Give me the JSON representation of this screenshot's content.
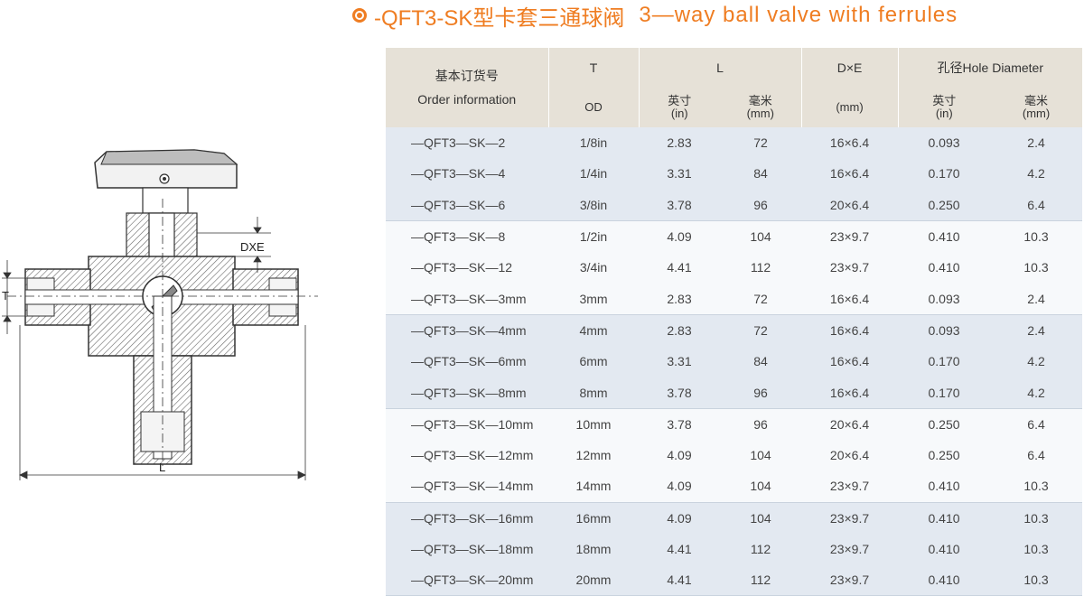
{
  "title": {
    "code": "-QFT3-SK型卡套三通球阀",
    "english": "3—way ball valve with ferrules"
  },
  "drawing": {
    "dim_dxe": "DXE",
    "dim_t": "T",
    "dim_l": "L"
  },
  "table": {
    "headers": {
      "order_cn": "基本订货号",
      "order_en": "Order information",
      "t": "T",
      "t_sub": "OD",
      "l": "L",
      "l_in_cn": "英寸",
      "l_in": "(in)",
      "l_mm_cn": "毫米",
      "l_mm": "(mm)",
      "dxe": "D×E",
      "dxe_sub": "(mm)",
      "hole": "孔径Hole Diameter",
      "hole_in_cn": "英寸",
      "hole_in": "(in)",
      "hole_mm_cn": "毫米",
      "hole_mm": "(mm)"
    },
    "rows": [
      [
        "—QFT3—SK—2",
        "1/8in",
        "2.83",
        "72",
        "16×6.4",
        "0.093",
        "2.4"
      ],
      [
        "—QFT3—SK—4",
        "1/4in",
        "3.31",
        "84",
        "16×6.4",
        "0.170",
        "4.2"
      ],
      [
        "—QFT3—SK—6",
        "3/8in",
        "3.78",
        "96",
        "20×6.4",
        "0.250",
        "6.4"
      ],
      [
        "—QFT3—SK—8",
        "1/2in",
        "4.09",
        "104",
        "23×9.7",
        "0.410",
        "10.3"
      ],
      [
        "—QFT3—SK—12",
        "3/4in",
        "4.41",
        "112",
        "23×9.7",
        "0.410",
        "10.3"
      ],
      [
        "—QFT3—SK—3mm",
        "3mm",
        "2.83",
        "72",
        "16×6.4",
        "0.093",
        "2.4"
      ],
      [
        "—QFT3—SK—4mm",
        "4mm",
        "2.83",
        "72",
        "16×6.4",
        "0.093",
        "2.4"
      ],
      [
        "—QFT3—SK—6mm",
        "6mm",
        "3.31",
        "84",
        "16×6.4",
        "0.170",
        "4.2"
      ],
      [
        "—QFT3—SK—8mm",
        "8mm",
        "3.78",
        "96",
        "16×6.4",
        "0.170",
        "4.2"
      ],
      [
        "—QFT3—SK—10mm",
        "10mm",
        "3.78",
        "96",
        "20×6.4",
        "0.250",
        "6.4"
      ],
      [
        "—QFT3—SK—12mm",
        "12mm",
        "4.09",
        "104",
        "20×6.4",
        "0.250",
        "6.4"
      ],
      [
        "—QFT3—SK—14mm",
        "14mm",
        "4.09",
        "104",
        "23×9.7",
        "0.410",
        "10.3"
      ],
      [
        "—QFT3—SK—16mm",
        "16mm",
        "4.09",
        "104",
        "23×9.7",
        "0.410",
        "10.3"
      ],
      [
        "—QFT3—SK—18mm",
        "18mm",
        "4.41",
        "112",
        "23×9.7",
        "0.410",
        "10.3"
      ],
      [
        "—QFT3—SK—20mm",
        "20mm",
        "4.41",
        "112",
        "23×9.7",
        "0.410",
        "10.3"
      ]
    ]
  }
}
